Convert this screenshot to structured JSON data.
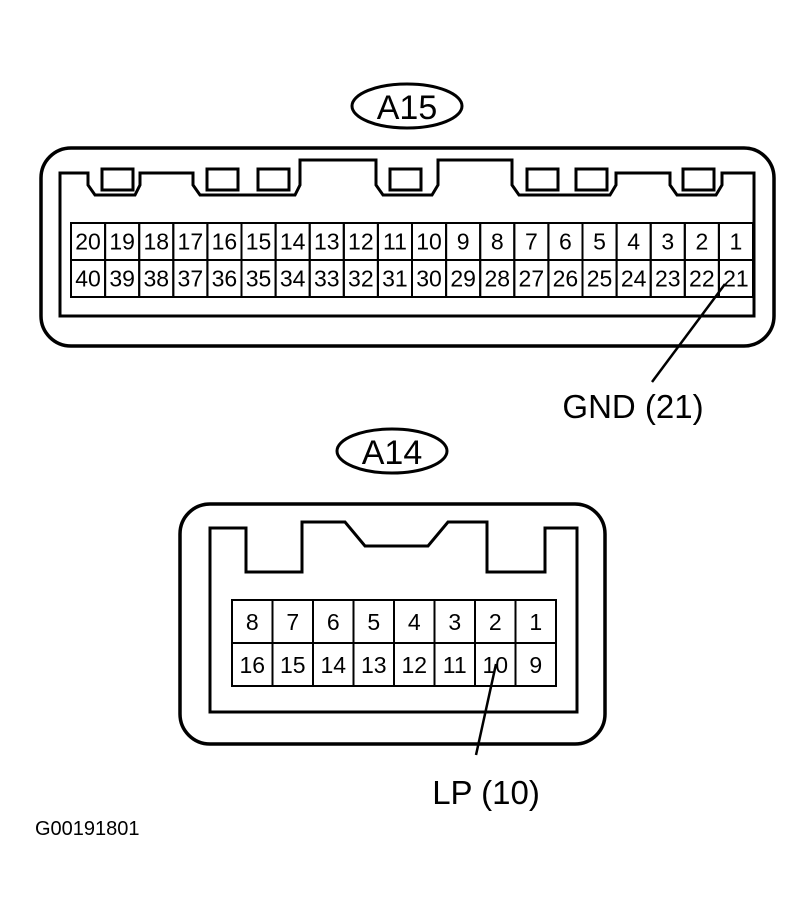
{
  "connectors": {
    "a15": {
      "name": "A15",
      "row1": [
        "20",
        "19",
        "18",
        "17",
        "16",
        "15",
        "14",
        "13",
        "12",
        "11",
        "10",
        "9",
        "8",
        "7",
        "6",
        "5",
        "4",
        "3",
        "2",
        "1"
      ],
      "row2": [
        "40",
        "39",
        "38",
        "37",
        "36",
        "35",
        "34",
        "33",
        "32",
        "31",
        "30",
        "29",
        "28",
        "27",
        "26",
        "25",
        "24",
        "23",
        "22",
        "21"
      ],
      "callout": "GND (21)"
    },
    "a14": {
      "name": "A14",
      "row1": [
        "8",
        "7",
        "6",
        "5",
        "4",
        "3",
        "2",
        "1"
      ],
      "row2": [
        "16",
        "15",
        "14",
        "13",
        "12",
        "11",
        "10",
        "9"
      ],
      "callout": "LP (10)"
    }
  },
  "figure_code": "G00191801"
}
